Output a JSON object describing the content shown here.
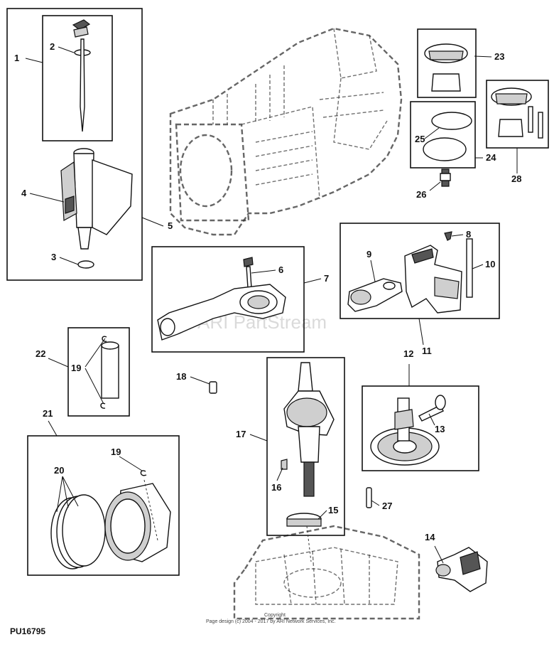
{
  "diagram_id": "PU16795",
  "watermark": "ARI PartStream",
  "copyright_line1": "Copyright",
  "copyright_line2": "Page design (c) 2004 - 2017 by ARI Network Services, Inc.",
  "callouts": [
    "1",
    "2",
    "3",
    "4",
    "5",
    "6",
    "7",
    "8",
    "9",
    "10",
    "11",
    "12",
    "13",
    "14",
    "15",
    "16",
    "17",
    "18",
    "19",
    "19",
    "20",
    "21",
    "22",
    "23",
    "24",
    "25",
    "26",
    "27",
    "28"
  ]
}
